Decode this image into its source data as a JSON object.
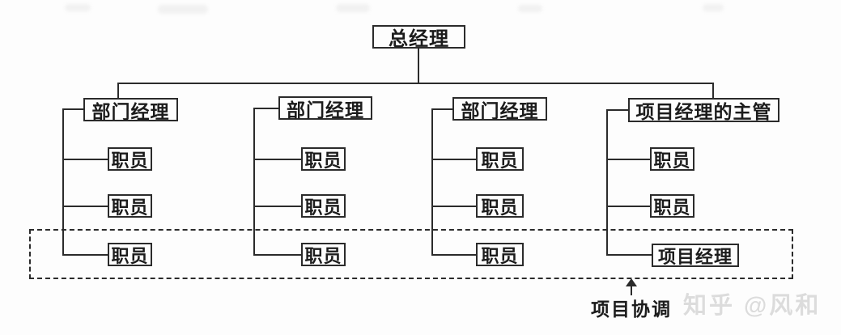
{
  "diagram": {
    "root_label": "总经理",
    "branches": [
      {
        "label": "部门经理",
        "children": [
          "职员",
          "职员",
          "职员"
        ]
      },
      {
        "label": "部门经理",
        "children": [
          "职员",
          "职员",
          "职员"
        ]
      },
      {
        "label": "部门经理",
        "children": [
          "职员",
          "职员",
          "职员"
        ]
      },
      {
        "label": "项目经理的主管",
        "children": [
          "职员",
          "职员",
          "项目经理"
        ]
      }
    ],
    "annotation_label": "项目协调",
    "watermark_text": "知乎 @风和",
    "colors": {
      "line": "#2b2b2b",
      "text": "#1c1c1c",
      "background": "#fdfdfd",
      "watermark": "#dcdcdc"
    }
  }
}
